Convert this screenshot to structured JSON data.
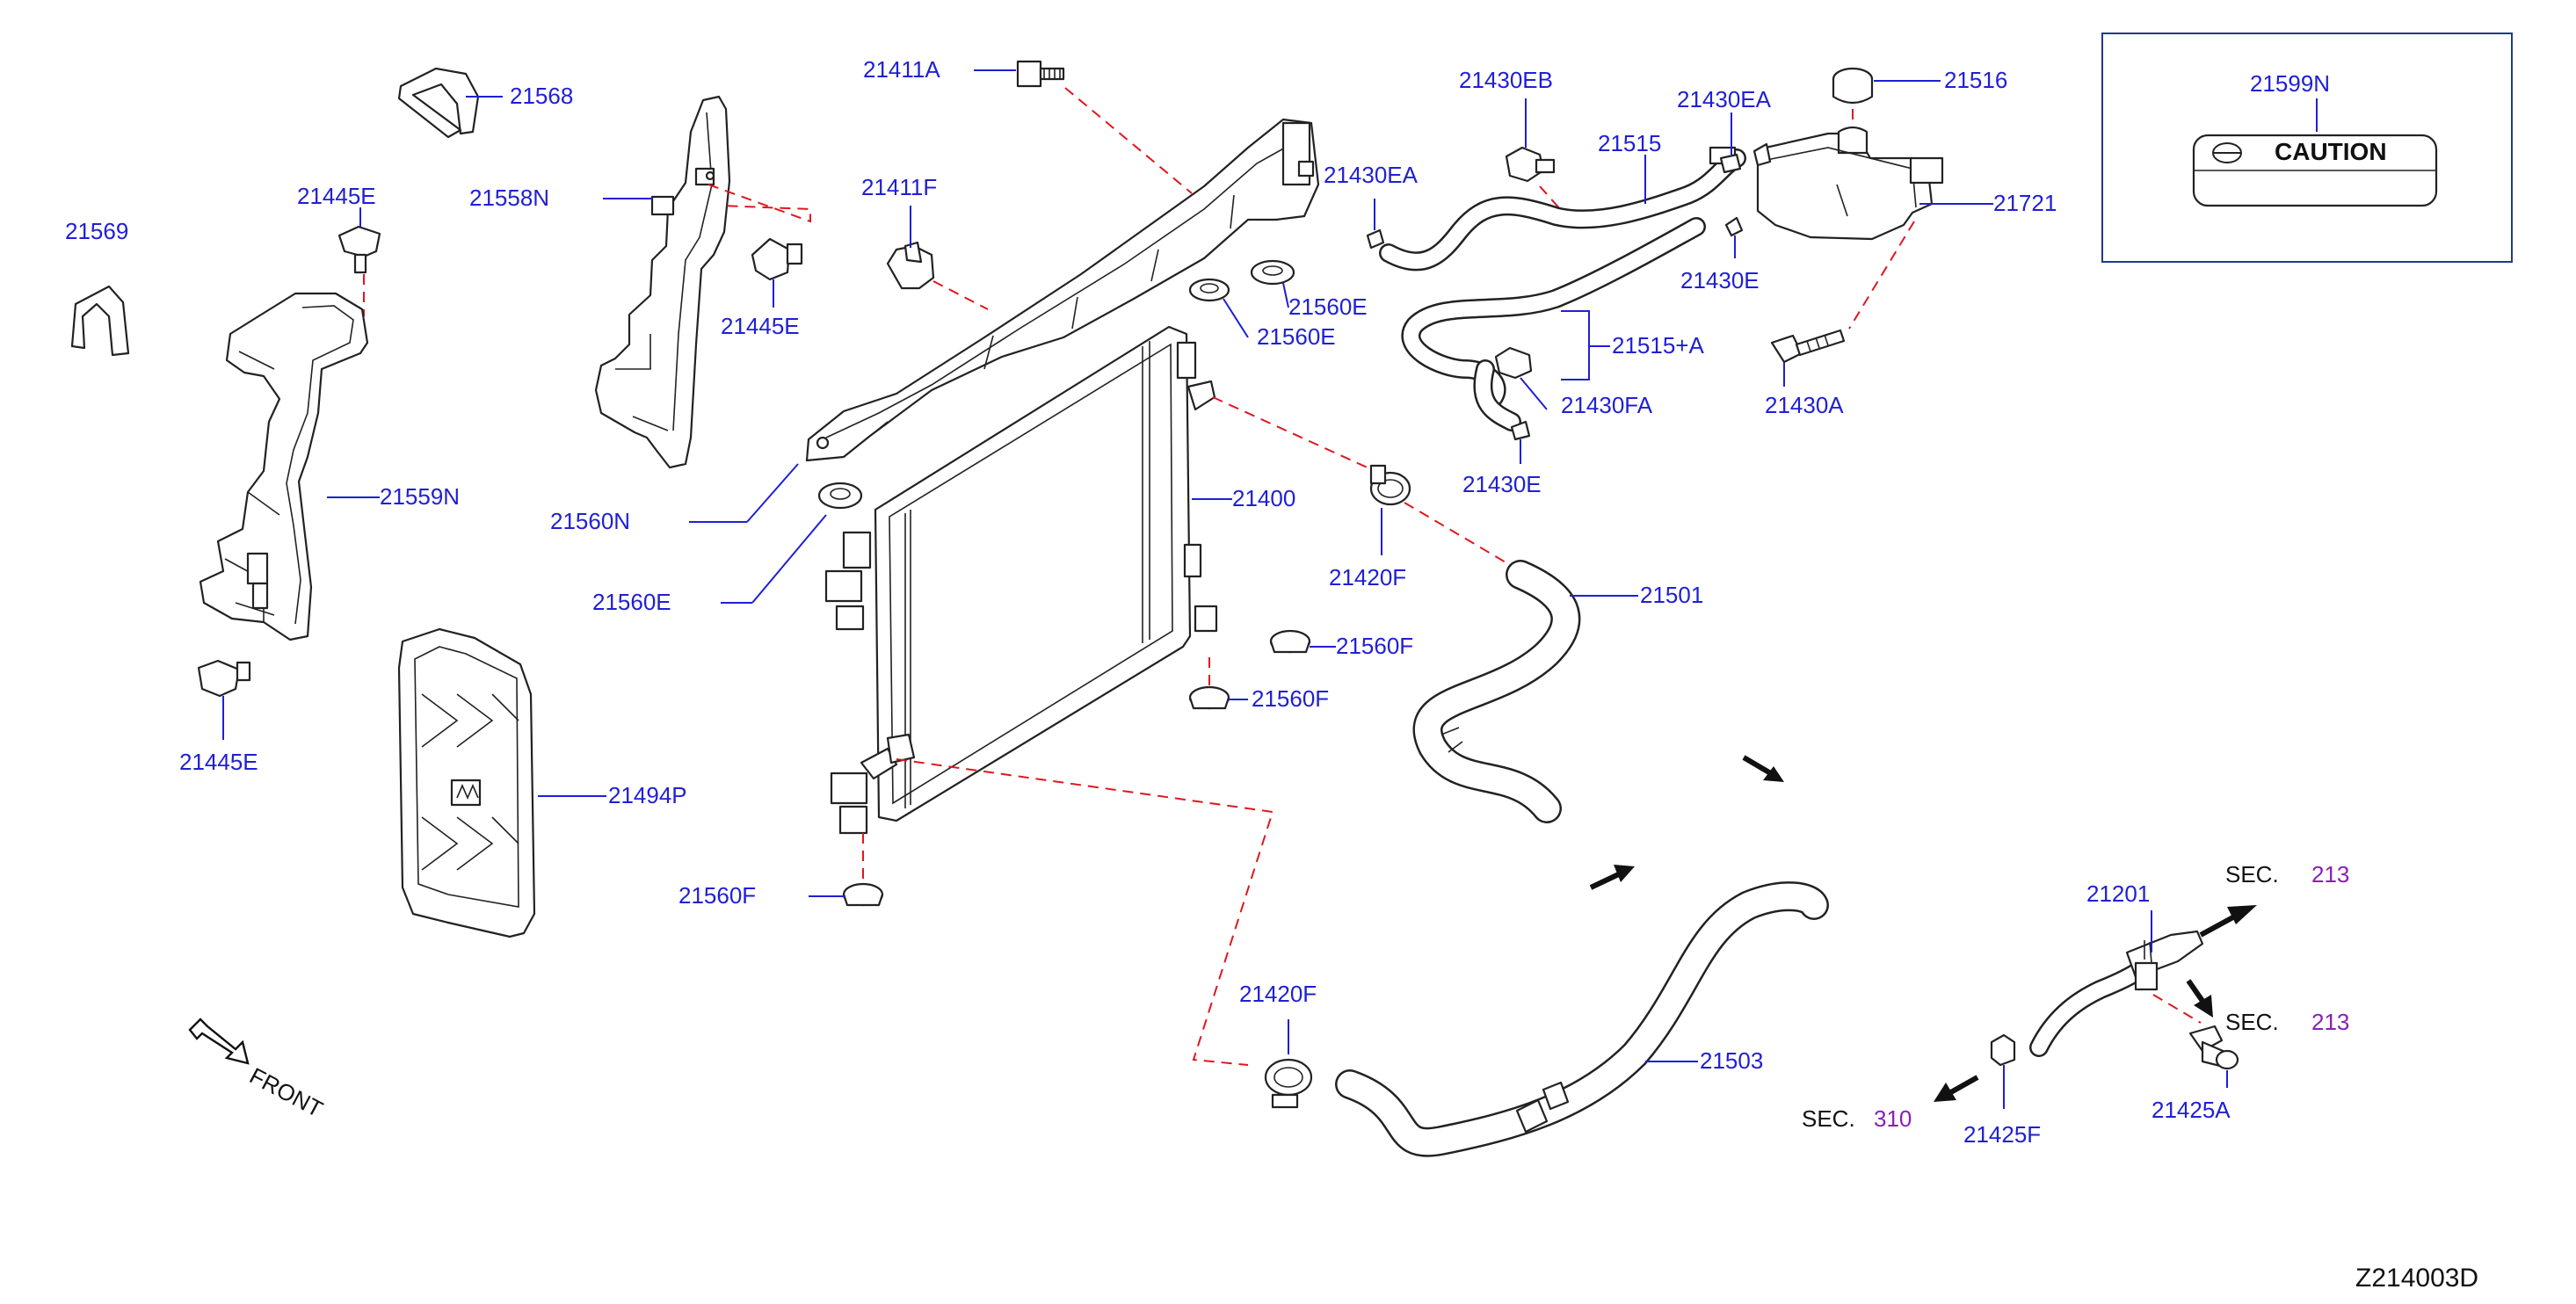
{
  "colors": {
    "label": "#1f1fd6",
    "section_number": "#8a1fb8",
    "leader_dash": "#e0161d",
    "outline": "#222222"
  },
  "labels": {
    "p21568": "21568",
    "p21569": "21569",
    "p21445E_top": "21445E",
    "p21558N": "21558N",
    "p21445E_mid": "21445E",
    "p21559N": "21559N",
    "p21445E_low": "21445E",
    "p21494P": "21494P",
    "p21411A": "21411A",
    "p21411F": "21411F",
    "p21560N": "21560N",
    "p21560E_left": "21560E",
    "p21560E_a": "21560E",
    "p21560E_b": "21560E",
    "p21400": "21400",
    "p21560F_a": "21560F",
    "p21560F_b": "21560F",
    "p21560F_c": "21560F",
    "p21420F_top": "21420F",
    "p21420F_bot": "21420F",
    "p21501": "21501",
    "p21503": "21503",
    "p21430EB": "21430EB",
    "p21515": "21515",
    "p21430EA_top": "21430EA",
    "p21430EA_left": "21430EA",
    "p21430E_right": "21430E",
    "p21515A": "21515+A",
    "p21430FA": "21430FA",
    "p21430E_low": "21430E",
    "p21516": "21516",
    "p21721": "21721",
    "p21430A": "21430A",
    "p21599N": "21599N",
    "p21201": "21201",
    "p21425A": "21425A",
    "p21425F": "21425F"
  },
  "caution_label": "CAUTION",
  "front_label": "FRONT",
  "sections": {
    "sec_prefix": "SEC.",
    "sec213_top": "213",
    "sec213_mid": "213",
    "sec310": "310"
  },
  "diagram_code": "Z214003D",
  "icons": [
    "front-arrow-icon",
    "flow-arrow-icon",
    "caution-symbol-icon"
  ]
}
